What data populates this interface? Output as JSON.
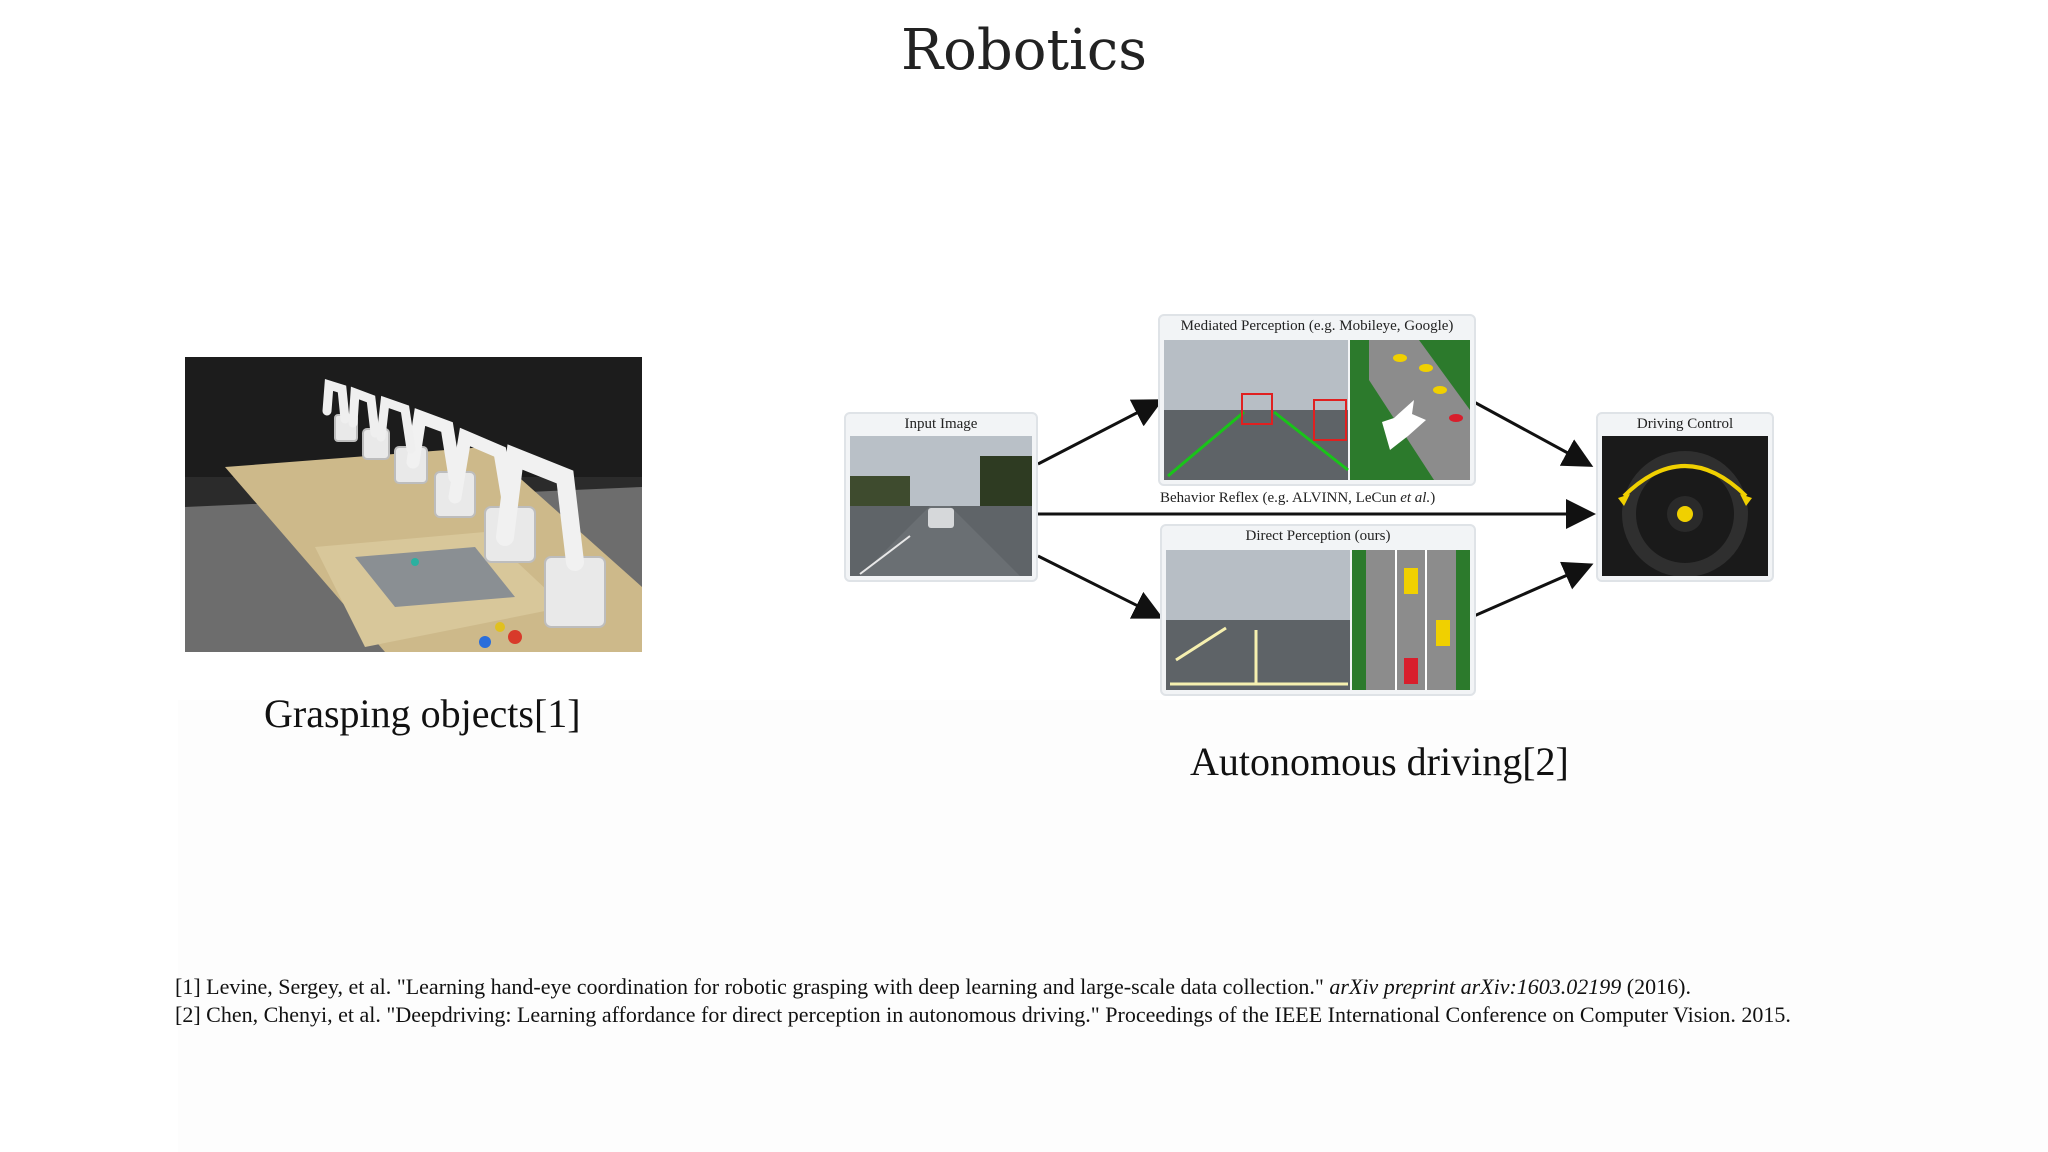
{
  "slide": {
    "title": "Robotics"
  },
  "left_figure": {
    "caption": "Grasping objects[1]"
  },
  "right_figure": {
    "caption": "Autonomous driving[2]",
    "input_label": "Input Image",
    "mediated_label": "Mediated Perception (e.g. Mobileye, Google)",
    "behavior_label_prefix": "Behavior Reflex (e.g. ALVINN, LeCun ",
    "behavior_label_italic": "et al.",
    "behavior_label_suffix": ")",
    "direct_label": "Direct Perception (ours)",
    "control_label": "Driving Control"
  },
  "references": {
    "ref1_main": "[1] Levine, Sergey, et al. \"Learning hand-eye coordination for robotic grasping with deep learning and large-scale data collection.\" ",
    "ref1_venue": "arXiv preprint arXiv:1603.02199",
    "ref1_year": " (2016).",
    "ref2": "[2] Chen, Chenyi, et al. \"Deepdriving: Learning affordance for direct perception in autonomous driving.\" Proceedings of the IEEE International Conference on Computer Vision. 2015."
  },
  "colors": {
    "arrow": "#111111",
    "road_green": "#1f7a1f",
    "car_yellow": "#f0d000",
    "car_red": "#d81e2c",
    "detect_box": "#e02020"
  }
}
